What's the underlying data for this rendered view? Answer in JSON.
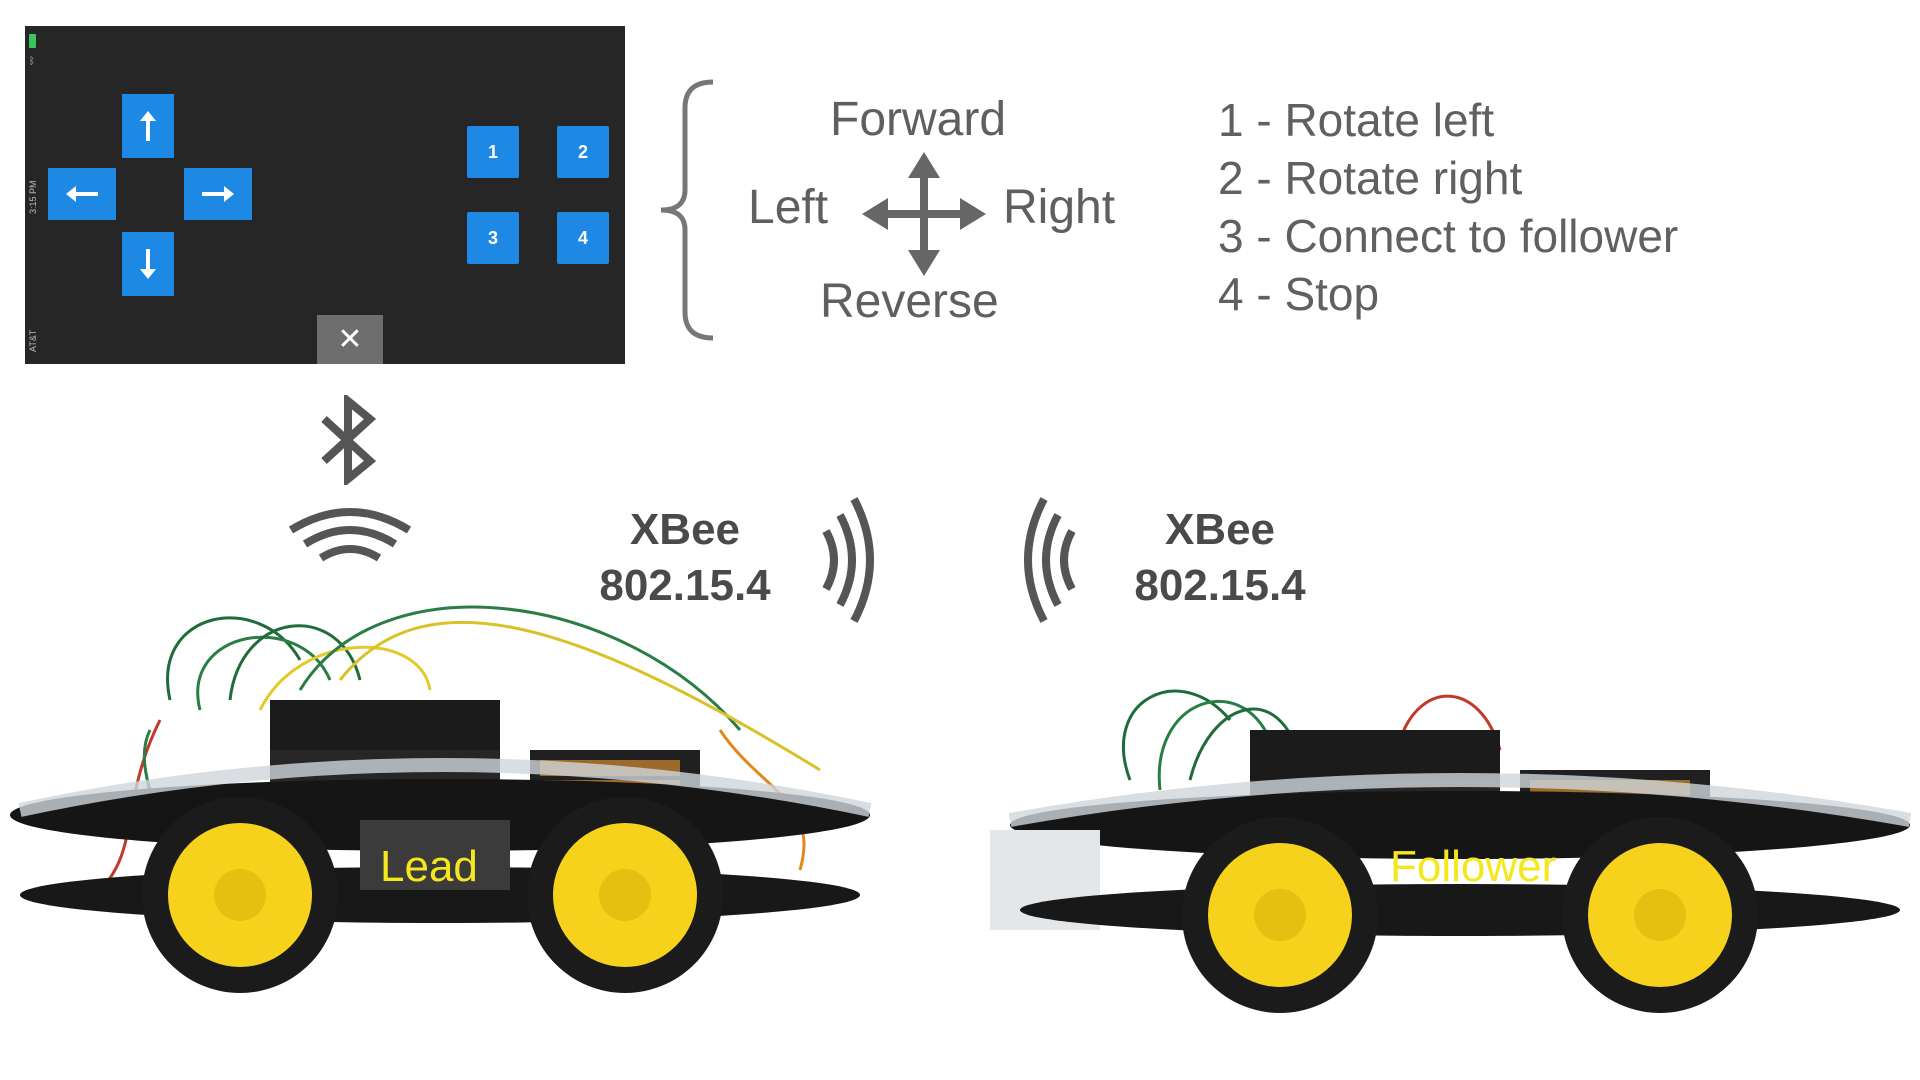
{
  "phone": {
    "status_time": "3:15 PM",
    "status_carrier": "AT&T",
    "buttons": [
      {
        "label": "1"
      },
      {
        "label": "2"
      },
      {
        "label": "3"
      },
      {
        "label": "4"
      }
    ],
    "close_label": "✕"
  },
  "direction_labels": {
    "forward": "Forward",
    "left": "Left",
    "right": "Right",
    "reverse": "Reverse"
  },
  "button_legend": [
    "1 - Rotate left",
    "2 - Rotate right",
    "3 - Connect to follower",
    "4 - Stop"
  ],
  "xbee_lead": {
    "name": "XBee",
    "protocol": "802.15.4"
  },
  "xbee_follower": {
    "name": "XBee",
    "protocol": "802.15.4"
  },
  "cars": {
    "lead_label": "Lead",
    "follower_label": "Follower"
  },
  "colors": {
    "button_blue": "#1e88e5",
    "phone_background": "#262626",
    "icon_gray": "#555555",
    "car_label_yellow": "#f5e61e",
    "wheel_yellow": "#f7d21d"
  }
}
